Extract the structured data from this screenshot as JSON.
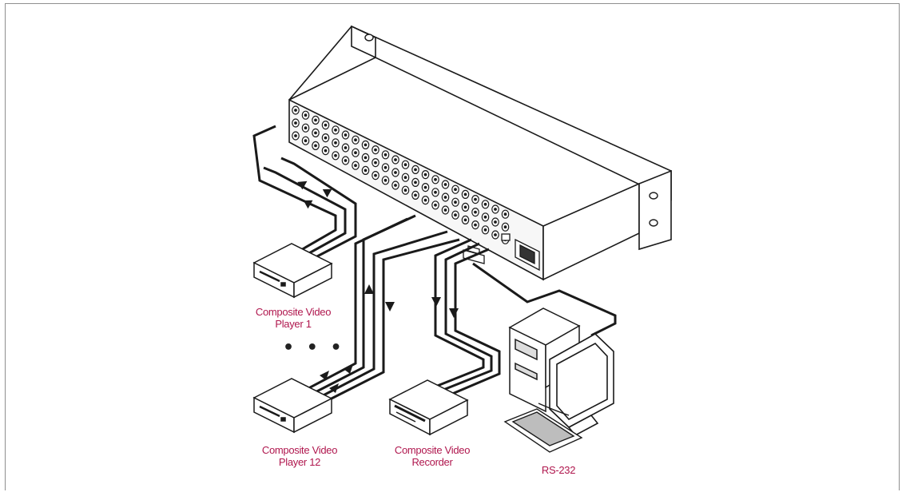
{
  "labels": {
    "player1": [
      "Composite Video",
      "Player 1"
    ],
    "player12": [
      "Composite Video",
      "Player 12"
    ],
    "recorder": [
      "Composite Video",
      "Recorder"
    ],
    "rs232": "RS-232",
    "ellipsis": "• • •"
  },
  "colors": {
    "label": "#b0174e",
    "line": "#1a1a1a",
    "frame": "#8f8f8f"
  }
}
